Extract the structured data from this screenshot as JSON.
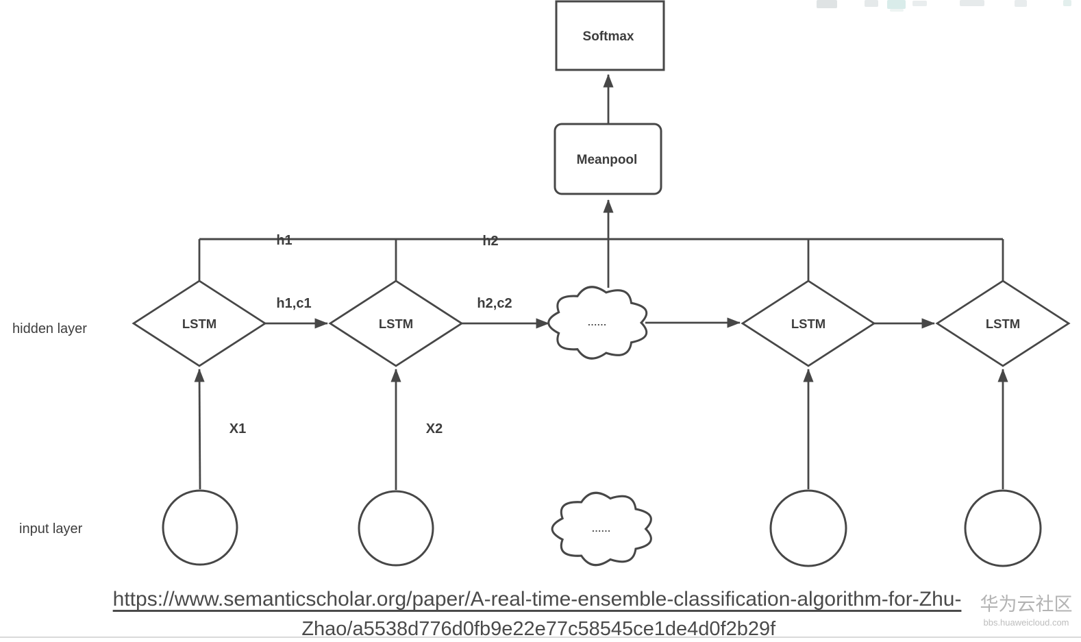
{
  "diagram": {
    "output_box_label": "Softmax",
    "pool_box_label": "Meanpool",
    "lstm_labels": [
      "LSTM",
      "LSTM",
      "LSTM",
      "LSTM"
    ],
    "cloud_dots": [
      "......",
      "......"
    ],
    "edge_labels": {
      "h1": "h1",
      "h2": "h2",
      "h1c1": "h1,c1",
      "h2c2": "h2,c2",
      "x1": "X1",
      "x2": "X2"
    },
    "layer_labels": {
      "hidden": "hidden layer",
      "input": "input layer"
    }
  },
  "footer": {
    "url_line1": "https://www.semanticscholar.org/paper/A-real-time-ensemble-classification-algorithm-for-Zhu-",
    "url_line2": "Zhao/a5538d776d0fb9e22e77c58545ce1de4d0f2b29f"
  },
  "watermark": {
    "title": "华为云社区",
    "subtitle": "bbs.huaweicloud.com"
  },
  "colors": {
    "diagram_line": "#474747",
    "label_text": "#3d3d3d",
    "url_text": "#4a4a4a",
    "watermark_text": "#b3b3b3",
    "bottom_rule": "#d9d9d9"
  }
}
